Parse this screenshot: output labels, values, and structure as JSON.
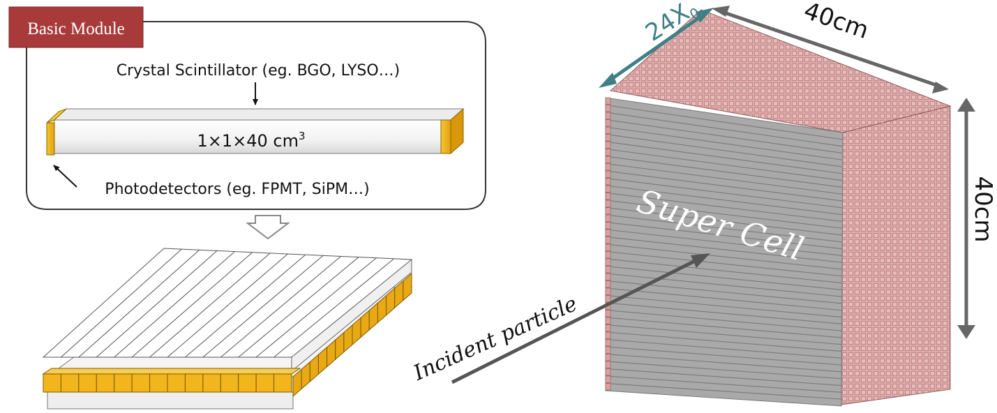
{
  "basic_module": {
    "badge_label": "Basic Module",
    "crystal_label": "Crystal Scintillator (eg. BGO, LYSO…)",
    "dimension_label": "1×1×40 cm",
    "dimension_exponent": "3",
    "photodetector_label": "Photodetectors (eg. FPMT, SiPM…)"
  },
  "super_cell": {
    "label": "Super Cell",
    "depth_label": "24X",
    "depth_subscript": "0",
    "width_label": "40cm",
    "height_label": "40cm",
    "incident_label": "Incident particle"
  },
  "colors": {
    "badge_bg": "#a83a3a",
    "photodetector": "#f3b51c",
    "crystal_face": "#a9a9a9",
    "crystal_edge": "#c98f8f",
    "depth_arrow": "#3f7f86",
    "dim_arrow": "#666666"
  }
}
